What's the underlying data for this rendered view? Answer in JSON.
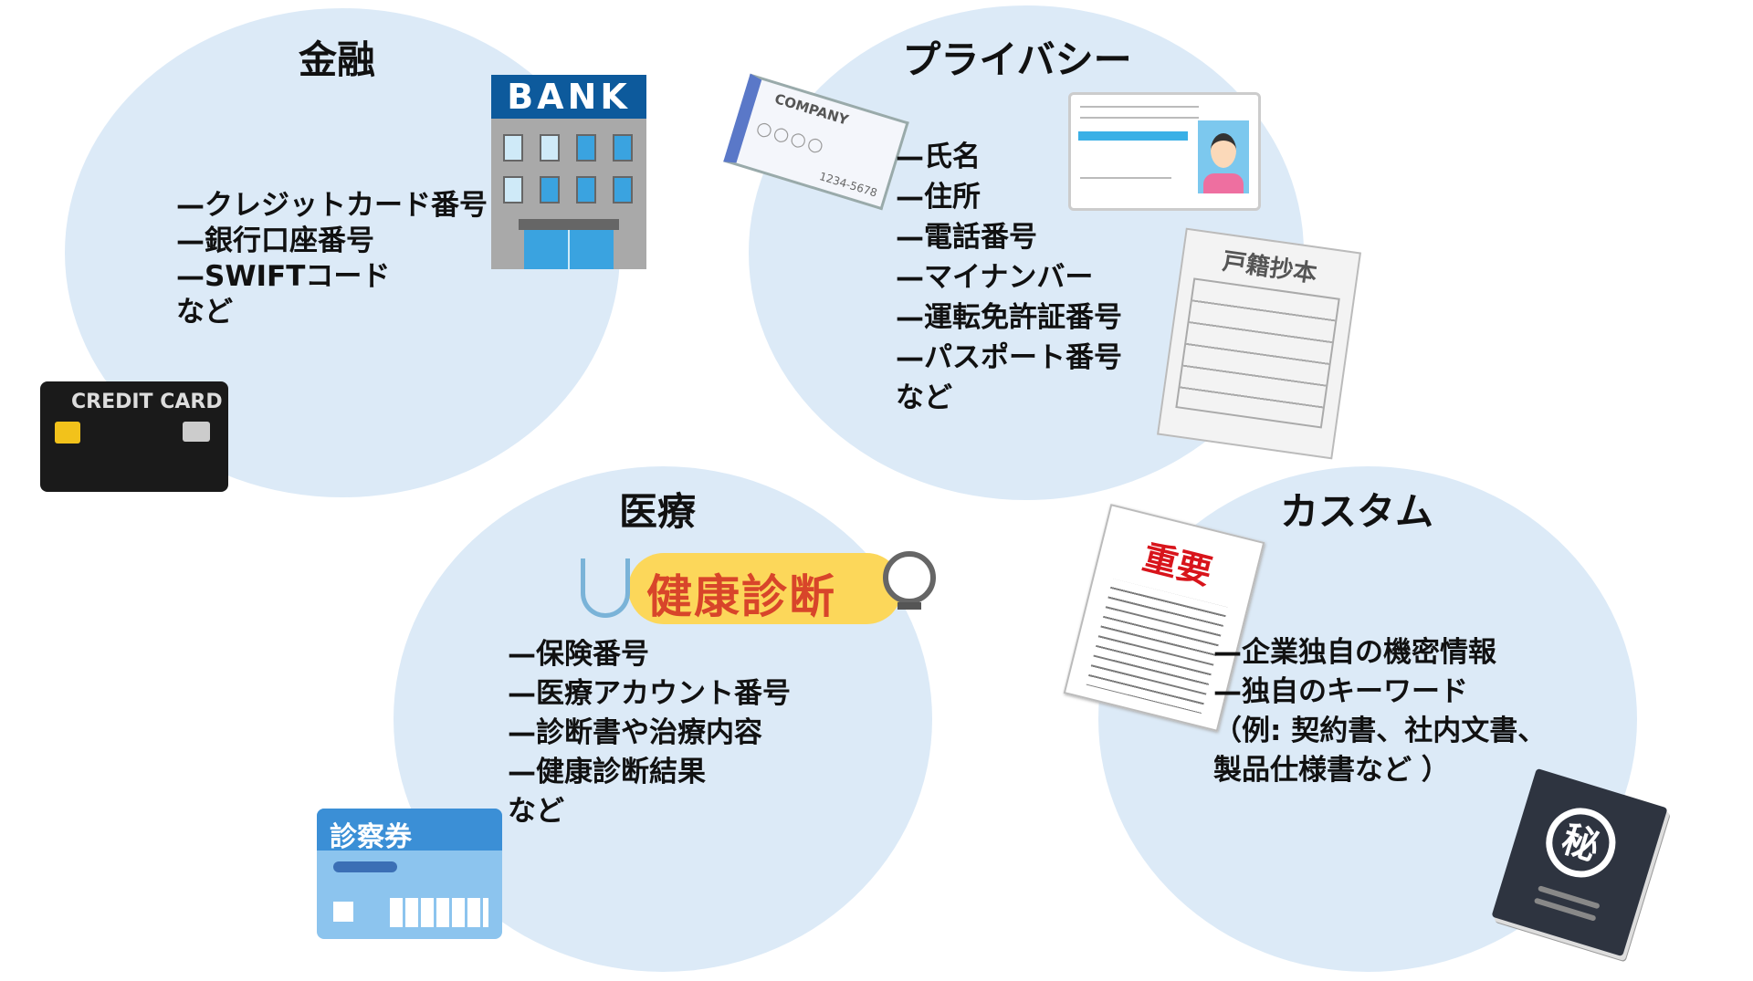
{
  "categories": [
    {
      "title": "金融",
      "items": [
        "—クレジットカード番号",
        "—銀行口座番号",
        "—SWIFTコード",
        "など"
      ]
    },
    {
      "title": "プライバシー",
      "items": [
        "—氏名",
        "—住所",
        "—電話番号",
        "—マイナンバー",
        "—運転免許証番号",
        "—パスポート番号",
        "など"
      ]
    },
    {
      "title": "医療",
      "items": [
        "—保険番号",
        "—医療アカウント番号",
        "—診断書や治療内容",
        "—健康診断結果",
        "など"
      ]
    },
    {
      "title": "カスタム",
      "items": [
        "—企業独自の機密情報",
        "—独自のキーワード",
        "（例: 契約書、社内文書、",
        "製品仕様書など ）"
      ]
    }
  ],
  "illustrations": {
    "bank": "BANK",
    "credit_card": "CREDIT CARD",
    "company_card": "COMPANY",
    "company_card_number": "1234-5678",
    "koseki": "戸籍抄本",
    "health_banner": "健康診断",
    "patient_card": "診察券",
    "important_doc": "重要",
    "secret_book": "秘"
  },
  "colors": {
    "circle": "#dceaf7",
    "bank_blue": "#0d5a9c",
    "important_red": "#d8141b",
    "banner_yellow": "#fcd75a"
  }
}
